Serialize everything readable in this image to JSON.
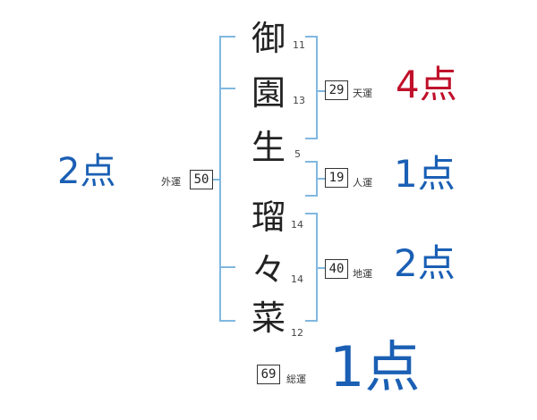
{
  "name_chars": [
    {
      "char": "御",
      "strokes": "11"
    },
    {
      "char": "園",
      "strokes": "13"
    },
    {
      "char": "生",
      "strokes": "5"
    },
    {
      "char": "瑠",
      "strokes": "14"
    },
    {
      "char": "々",
      "strokes": "14"
    },
    {
      "char": "菜",
      "strokes": "12"
    }
  ],
  "fortunes": {
    "tenkaku": {
      "label": "天運",
      "value": "29",
      "score": "4点"
    },
    "jinkaku": {
      "label": "人運",
      "value": "19",
      "score": "1点"
    },
    "chikaku": {
      "label": "地運",
      "value": "40",
      "score": "2点"
    },
    "gaikaku": {
      "label": "外運",
      "value": "50",
      "score": "2点"
    },
    "soukaku": {
      "label": "総運",
      "value": "69",
      "score": "1点"
    }
  },
  "colors": {
    "bracket": "#80b8e0",
    "score_good": "#c0102a",
    "score_normal": "#1a5fb4"
  }
}
